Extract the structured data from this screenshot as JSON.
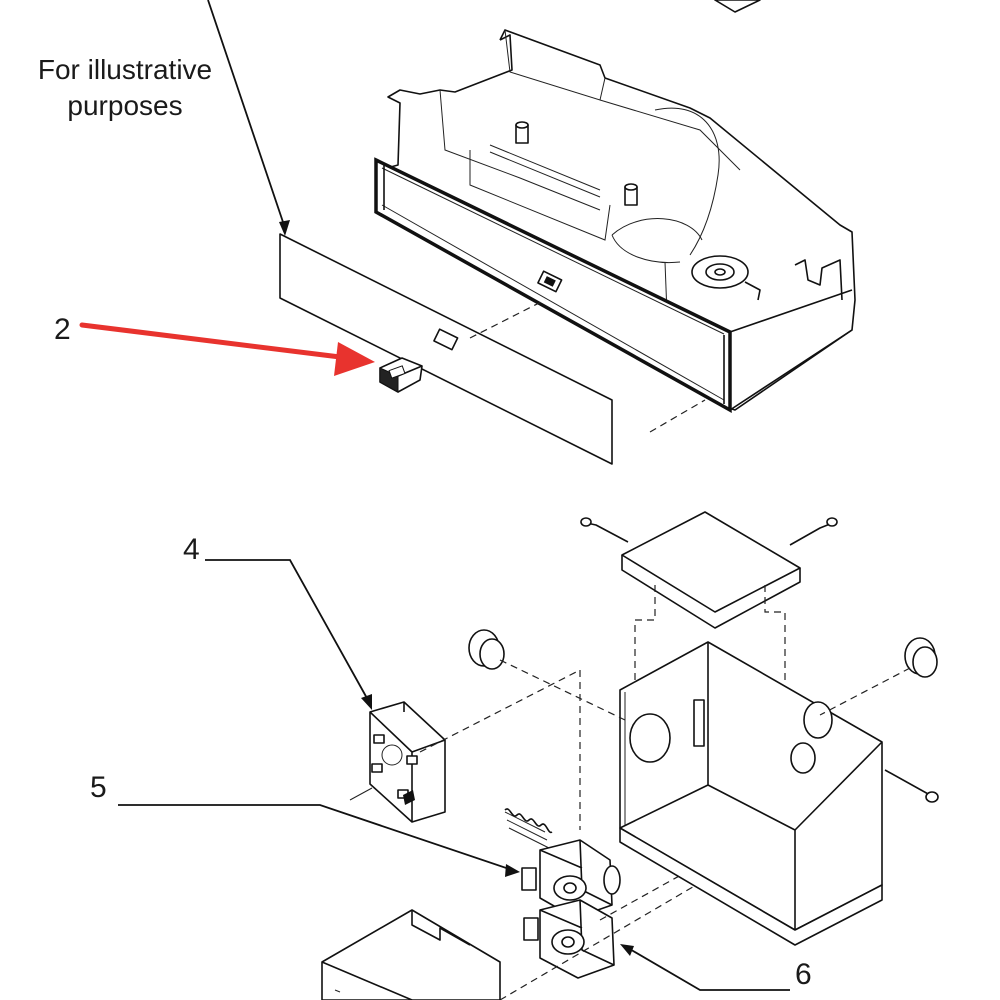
{
  "note": {
    "line1": "For illustrative",
    "line2": "purposes"
  },
  "callouts": [
    {
      "id": "2",
      "label": "2"
    },
    {
      "id": "4",
      "label": "4"
    },
    {
      "id": "5",
      "label": "5"
    },
    {
      "id": "6",
      "label": "6"
    }
  ],
  "colors": {
    "highlight_arrow": "#e8332e",
    "line_art": "#111111",
    "background": "#ffffff"
  }
}
